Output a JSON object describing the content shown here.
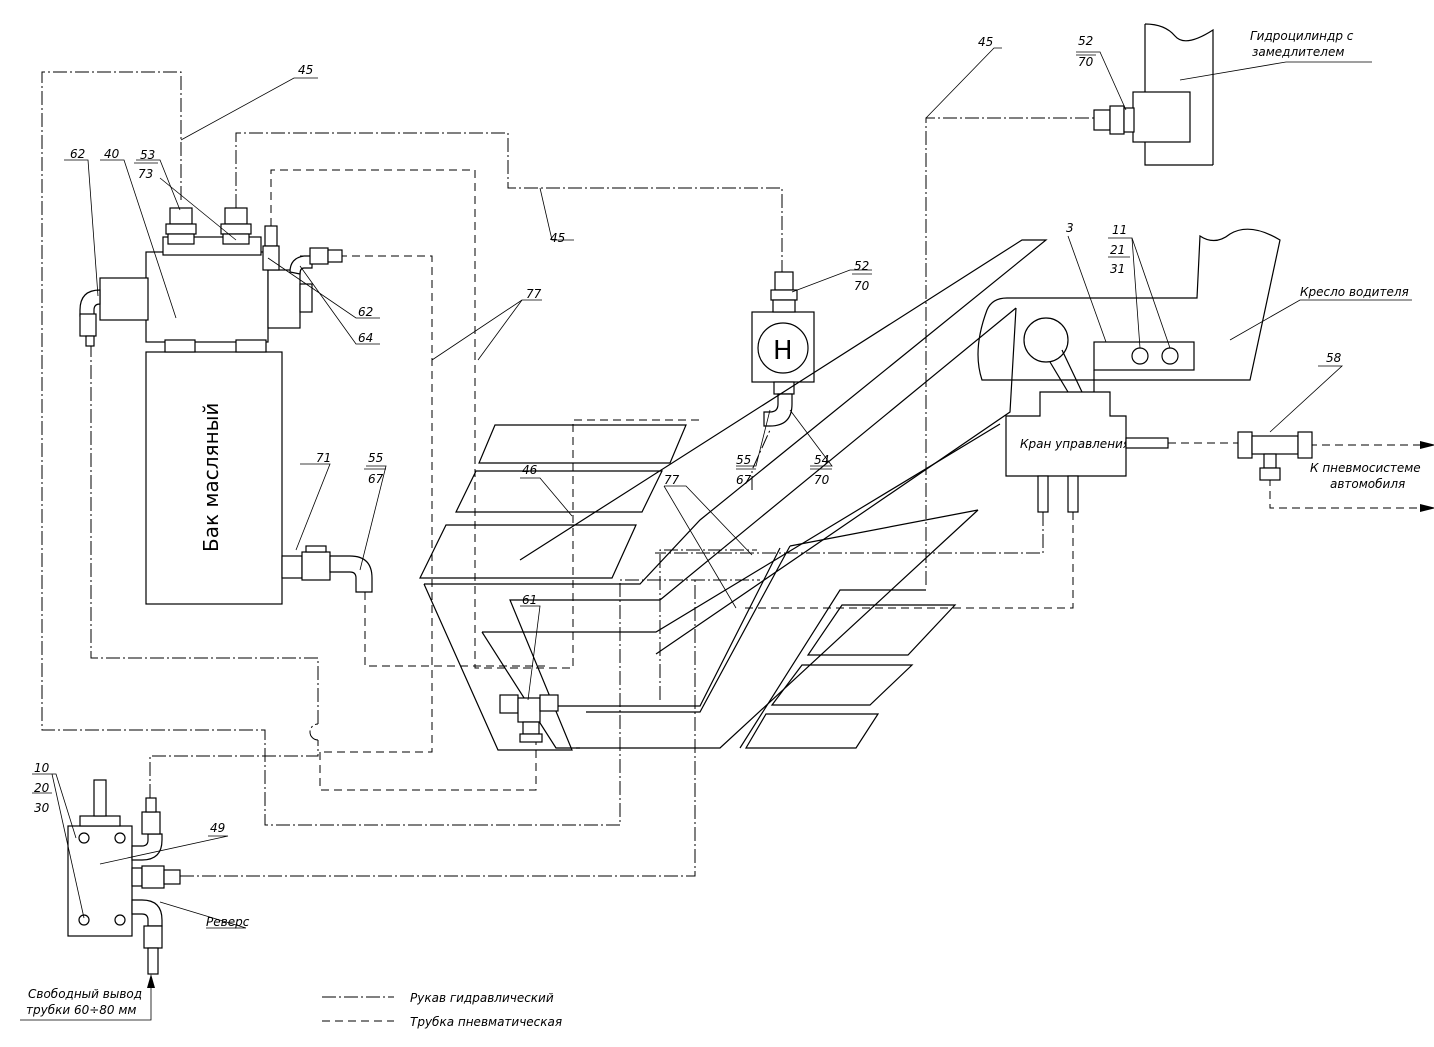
{
  "callouts": {
    "n45a": "45",
    "n45b": "45",
    "n45c": "45",
    "n62a": "62",
    "n40": "40",
    "n53": "53",
    "n73": "73",
    "n62b": "62",
    "n64": "64",
    "n77a": "77",
    "n77b": "77",
    "n52a": "52",
    "n70a": "70",
    "n52b": "52",
    "n70b": "70",
    "n71": "71",
    "n55a": "55",
    "n67a": "67",
    "n55b": "55",
    "n67b": "67",
    "n54": "54",
    "n70c": "70",
    "n46": "46",
    "n61": "61",
    "n49": "49",
    "n3": "3",
    "n11": "11",
    "n21": "21",
    "n31": "31",
    "n58": "58",
    "n10": "10",
    "n20": "20",
    "n30": "30"
  },
  "labels": {
    "tank": "Бак масляный",
    "pump": "Н",
    "control_valve": "Кран управления",
    "cylinder_line1": "Гидроцилиндр с",
    "cylinder_line2": "замедлителем",
    "seat": "Кресло водителя",
    "pneumo_line1": "К пневмосистеме",
    "pneumo_line2": "автомобиля",
    "reverse": "Реверс",
    "free_outlet_line1": "Свободный вывод",
    "free_outlet_line2": "трубки 60÷80 мм"
  },
  "legend": {
    "hydraulic": "Рукав гидравлический",
    "pneumatic": "Трубка пневматическая"
  }
}
